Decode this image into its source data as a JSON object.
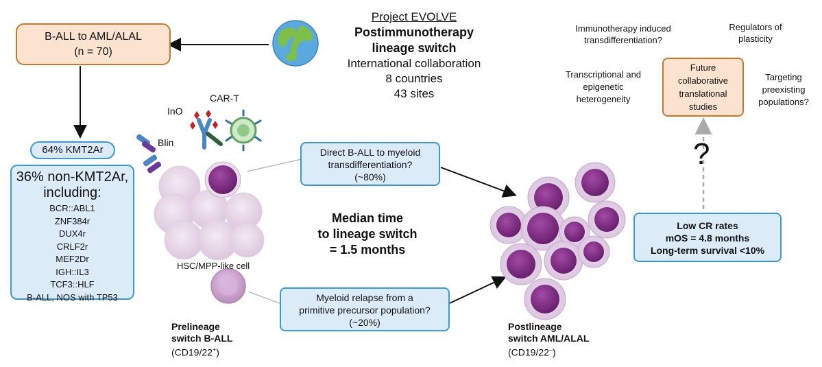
{
  "top_left_box": {
    "line1": "B-ALL to AML/ALAL",
    "line2": "(n = 70)"
  },
  "kmt2a_box": "64% KMT2Ar",
  "nonkmt2a_box": {
    "title1": "36% non-KMT2Ar,",
    "title2": "including:",
    "items": [
      "BCR::ABL1",
      "ZNF384r",
      "DUX4r",
      "CRLF2r",
      "MEF2Dr",
      "IGH::IL3",
      "TCF3::HLF",
      "B-ALL, NOS with TP53"
    ]
  },
  "project": {
    "title": "Project EVOLVE",
    "bold1": "Postimmunotherapy",
    "bold2": "lineage switch",
    "line1": "International collaboration",
    "line2": "8 countries",
    "line3": "43 sites"
  },
  "therapies": {
    "cart": "CAR-T",
    "ino": "InO",
    "blin": "Blin"
  },
  "direct_box": {
    "line1": "Direct B-ALL to myeloid",
    "line2": "transdifferentiation?",
    "line3": "(~80%)"
  },
  "myeloid_box": {
    "line1": "Myeloid relapse from a",
    "line2": "primitive precursor population?",
    "line3": "(~20%)"
  },
  "median": {
    "line1": "Median time",
    "line2": "to lineage switch",
    "line3": "= 1.5 months"
  },
  "hsc_label": "HSC/MPP-like cell",
  "prelineage": {
    "line1": "Prelineage",
    "line2": "switch B-ALL",
    "line3_pre": "(CD19/22",
    "line3_sup": "+",
    "line3_post": ")"
  },
  "postlineage": {
    "line1": "Postlineage",
    "line2": "switch AML/ALAL",
    "line3_pre": "(CD19/22",
    "line3_sup": "–",
    "line3_post": ")"
  },
  "future": {
    "immuno": {
      "line1": "Immunotherapy induced",
      "line2": "transdifferentiation?"
    },
    "regulators": {
      "line1": "Regulators of",
      "line2": "plasticity"
    },
    "transcriptional": {
      "line1": "Transcriptional and",
      "line2": "epigenetic",
      "line3": "heterogeneity"
    },
    "targeting": {
      "line1": "Targeting",
      "line2": "preexisting",
      "line3": "populations?"
    },
    "box": {
      "line1": "Future",
      "line2": "collaborative",
      "line3": "translational",
      "line4": "studies"
    },
    "question": "?"
  },
  "outcomes_box": {
    "line1": "Low CR rates",
    "line2": "mOS = 4.8 months",
    "line3": "Long-term survival <10%"
  },
  "colors": {
    "orange_fill": "#fbe3cf",
    "orange_border": "#c47a2c",
    "blue_fill": "#dcebf8",
    "blue_border": "#3a9ad9",
    "blast": "#7a2a7e"
  }
}
